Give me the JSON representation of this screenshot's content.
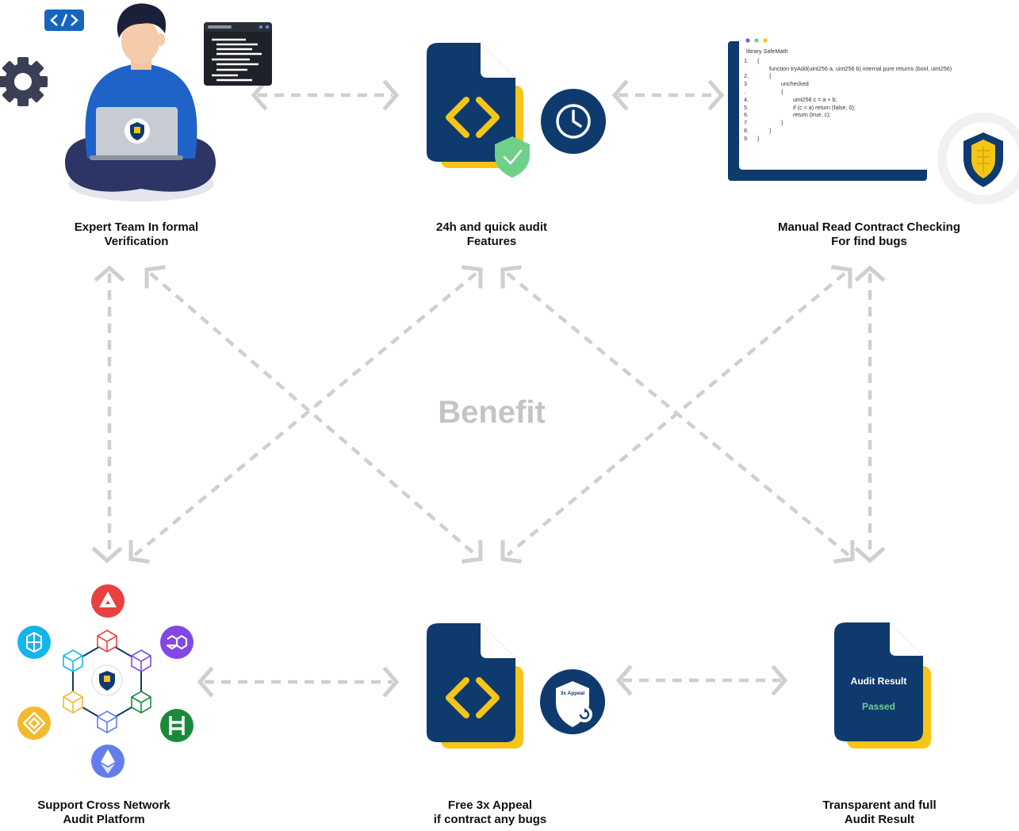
{
  "center_title": "Benefit",
  "colors": {
    "navy": "#0f3a6e",
    "yellow": "#f5c518",
    "arrow_gray": "#cfcfcf",
    "shield_green": "#6fd08c",
    "title_gray": "#c4c4c4",
    "avalanche_red": "#e84142",
    "polygon_purple": "#8247e5",
    "hedera_green": "#1a8a3a",
    "ethereum_blue": "#627eea",
    "bnb_yellow": "#f3ba2f",
    "fantom_blue": "#13b5ec"
  },
  "features": [
    {
      "line1": "Expert Team In formal",
      "line2": "Verification"
    },
    {
      "line1": "24h and quick audit",
      "line2": "Features"
    },
    {
      "line1": "Manual Read Contract Checking",
      "line2": "For find bugs"
    },
    {
      "line1": "Support Cross Network",
      "line2": "Audit Platform"
    },
    {
      "line1": "Free 3x Appeal",
      "line2": "if contract any bugs"
    },
    {
      "line1": "Transparent and full",
      "line2": "Audit Result"
    }
  ],
  "code_window": {
    "lines": [
      {
        "num": "",
        "text": "library SafeMath",
        "indent": 0
      },
      {
        "num": "1.",
        "text": "{",
        "indent": 0
      },
      {
        "num": "",
        "text": "function tryAdd(uint256 a, uint256 b) internal pure returns (bool, uint256)",
        "indent": 1
      },
      {
        "num": "2.",
        "text": "{",
        "indent": 1
      },
      {
        "num": "3",
        "text": "unchecked",
        "indent": 2
      },
      {
        "num": ".",
        "text": "{",
        "indent": 2
      },
      {
        "num": "4.",
        "text": "uint256 c = a + b;",
        "indent": 3
      },
      {
        "num": "5.",
        "text": "if (c < a) return (false, 0);",
        "indent": 3
      },
      {
        "num": "6.",
        "text": "return (true, c);",
        "indent": 3
      },
      {
        "num": "7",
        "text": "}",
        "indent": 2
      },
      {
        "num": "8.",
        "text": "}",
        "indent": 1
      },
      {
        "num": "9.",
        "text": "}",
        "indent": 0
      }
    ]
  },
  "appeal_badge": "3x Appeal",
  "audit_doc": {
    "title": "Audit Result",
    "status": "Passed"
  },
  "icons": [
    "code-tag-icon",
    "gear-icon",
    "terminal-window-icon",
    "developer-illustration",
    "code-document-icon",
    "shield-check-icon",
    "clock-icon",
    "code-window",
    "security-shield-logo",
    "appeal-shield-icon",
    "audit-result-document",
    "avalanche-icon",
    "polygon-icon",
    "hedera-icon",
    "ethereum-icon",
    "bnb-icon",
    "fantom-icon"
  ]
}
